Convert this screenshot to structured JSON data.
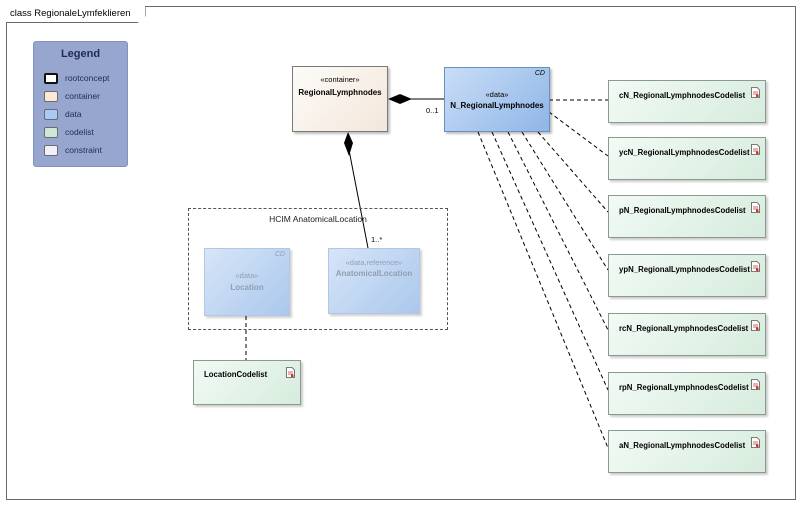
{
  "frame": {
    "title": "class RegionaleLymfeklieren"
  },
  "legend": {
    "title": "Legend",
    "items": [
      {
        "label": "rootconcept",
        "color": "#ffffff"
      },
      {
        "label": "container",
        "color": "#fbe9d6"
      },
      {
        "label": "data",
        "color": "#a9caf2"
      },
      {
        "label": "codelist",
        "color": "#cfe8d6"
      },
      {
        "label": "constraint",
        "color": "#f1f0fa"
      }
    ]
  },
  "container": {
    "stereotype": "«container»",
    "name": "RegionalLymphnodes"
  },
  "n_data": {
    "stereotype": "«data»",
    "name": "N_RegionalLymphnodes",
    "tag": "CD"
  },
  "package": {
    "label": "HCIM AnatomicalLocation"
  },
  "location": {
    "stereotype": "«data»",
    "name": "Location",
    "tag": "CD"
  },
  "anatomical": {
    "stereotype": "«data,reference»",
    "name": "AnatomicalLocation"
  },
  "location_codelist": {
    "name": "LocationCodelist"
  },
  "codelists": [
    {
      "name": "cN_RegionalLymphnodesCodelist"
    },
    {
      "name": "ycN_RegionalLymphnodesCodelist"
    },
    {
      "name": "pN_RegionalLymphnodesCodelist"
    },
    {
      "name": "ypN_RegionalLymphnodesCodelist"
    },
    {
      "name": "rcN_RegionalLymphnodesCodelist"
    },
    {
      "name": "rpN_RegionalLymphnodesCodelist"
    },
    {
      "name": "aN_RegionalLymphnodesCodelist"
    }
  ],
  "multiplicities": {
    "container_to_n": "0..1",
    "container_to_anatomical": "1..*"
  }
}
